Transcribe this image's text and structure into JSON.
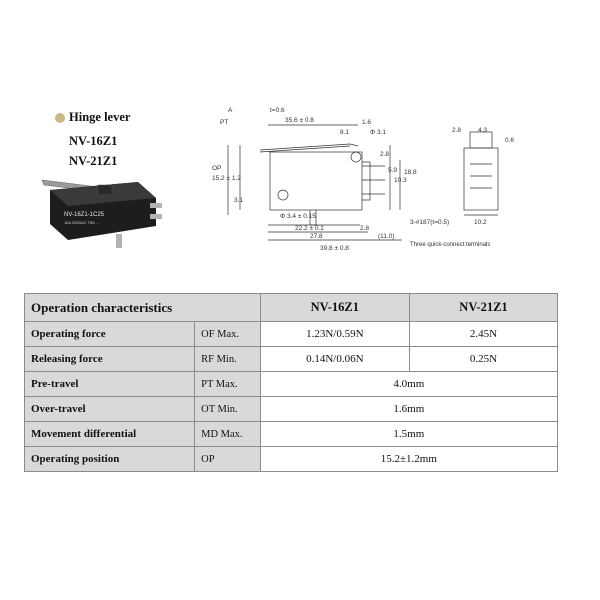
{
  "product": {
    "lever_type": "Hinge lever",
    "models": [
      "NV-16Z1",
      "NV-21Z1"
    ],
    "photo_marking": "NV-16Z1-1C25",
    "photo_rating": "16A 250VAC T85 ..."
  },
  "drawing": {
    "labels": {
      "a": "A",
      "pt": "PT",
      "t": "t=0.6",
      "len356": "35.6 ± 0.8",
      "d16": "1.6",
      "d81": "8.1",
      "hole31": "Φ 3.1",
      "op": "OP",
      "op_val": "15.2 ± 1.2",
      "d28": "2.8",
      "d59": "5.9",
      "d103": "10.3",
      "d188": "18.8",
      "d31": "3.1",
      "hole34": "Φ 3.4 ± 0.15",
      "d222": "22.2 ± 0.1",
      "d278": "27.8",
      "d28b": "2.8",
      "d110": "(11.0)",
      "d398": "39.8 ± 0.8",
      "terminals": "3-#187(t=0.5)",
      "terminals_note": "Three quick-connect terminals",
      "side_28": "2.8",
      "side_43": "4.3",
      "side_06": "0.6",
      "side_102": "10.2"
    }
  },
  "table": {
    "header": {
      "title": "Operation characteristics",
      "col1": "NV-16Z1",
      "col2": "NV-21Z1"
    },
    "rows": [
      {
        "name": "Operating force",
        "symbol": "OF Max.",
        "v1": "1.23N/0.59N",
        "v2": "2.45N"
      },
      {
        "name": "Releasing force",
        "symbol": "RF Min.",
        "v1": "0.14N/0.06N",
        "v2": "0.25N"
      },
      {
        "name": "Pre-travel",
        "symbol": "PT Max.",
        "v": "4.0mm"
      },
      {
        "name": "Over-travel",
        "symbol": "OT Min.",
        "v": "1.6mm"
      },
      {
        "name": "Movement differential",
        "symbol": "MD Max.",
        "v": "1.5mm"
      },
      {
        "name": "Operating position",
        "symbol": "OP",
        "v": "15.2±1.2mm"
      }
    ]
  }
}
